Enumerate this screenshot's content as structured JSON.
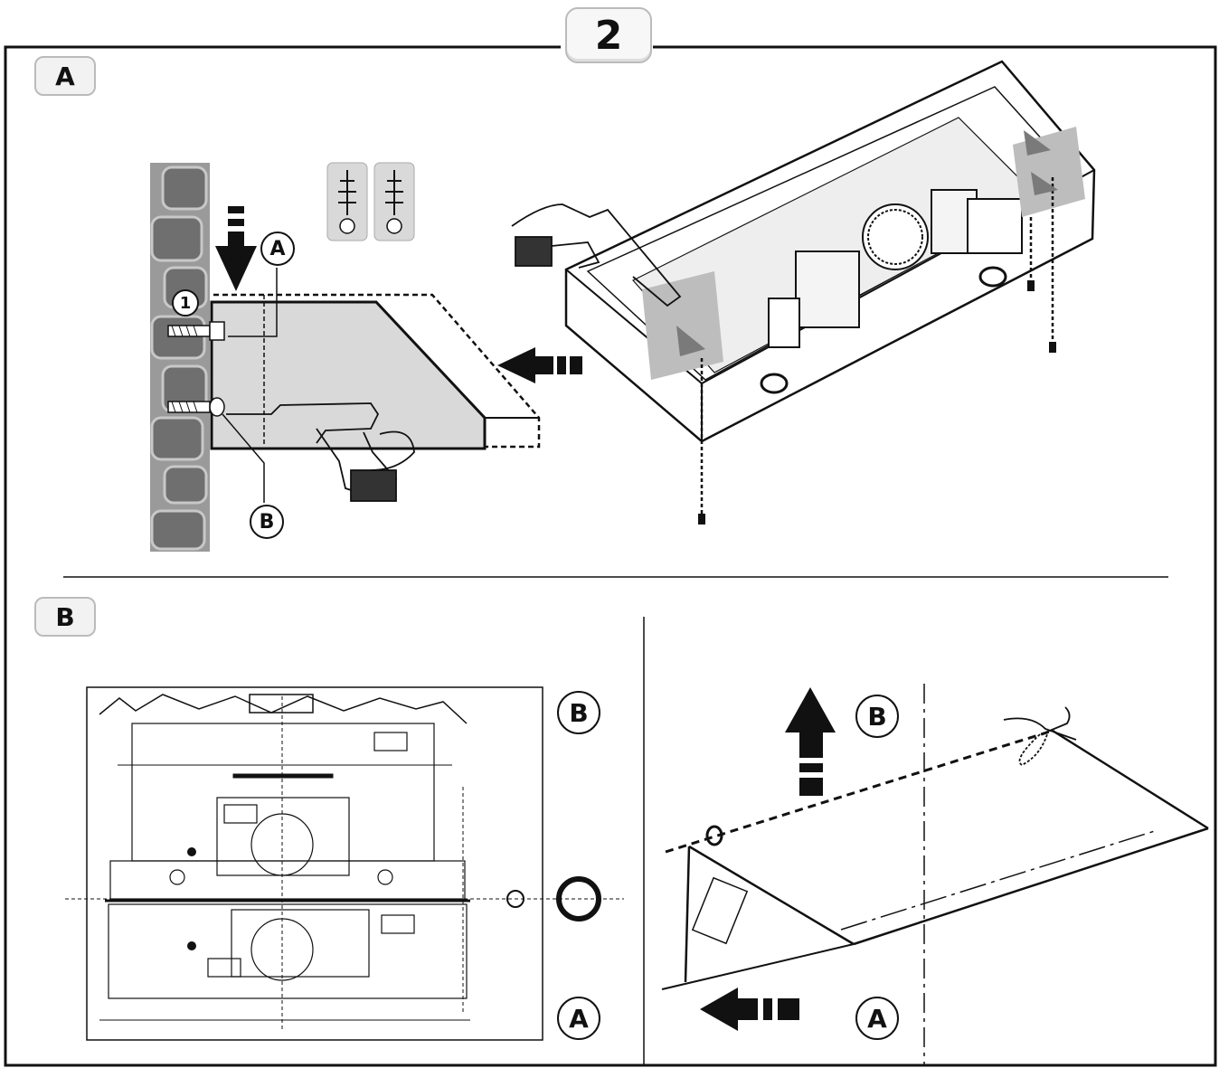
{
  "step": {
    "number": "2"
  },
  "sections": {
    "a_label": "A",
    "b_label": "B"
  },
  "callouts": {
    "point_a": "A",
    "point_b": "B",
    "anchor_1": "1"
  },
  "colors": {
    "line": "#111111",
    "hood_fill": "#dcdcdc",
    "brick": "#8a8a8a",
    "arrow_gray": "#7a7a7a"
  },
  "icons": [
    "wall-plug-icon",
    "drill-icon",
    "scissors-icon",
    "down-arrow-icon",
    "left-arrow-icon",
    "up-arrow-icon"
  ]
}
